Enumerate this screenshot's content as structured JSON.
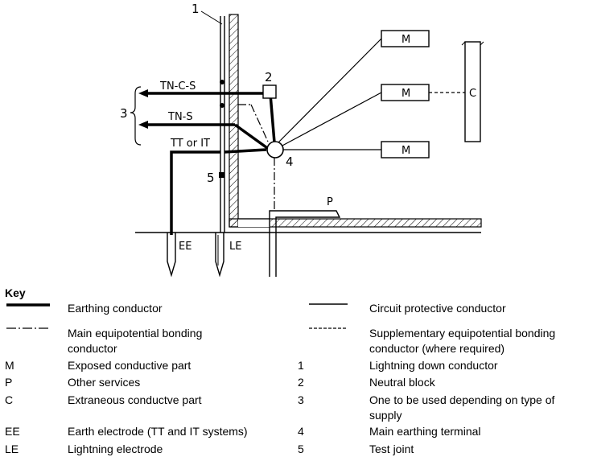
{
  "diagram": {
    "callouts": {
      "one": "1",
      "two": "2",
      "three": "3",
      "four": "4",
      "five": "5"
    },
    "labels": {
      "tn_c_s": "TN-C-S",
      "tn_s": "TN-S",
      "tt_or_it": "TT or IT",
      "m": "M",
      "c": "C",
      "p": "P",
      "ee": "EE",
      "le": "LE"
    }
  },
  "key": {
    "title": "Key",
    "lines": {
      "earthing": "Earthing conductor",
      "cpc": "Circuit protective conductor",
      "main_bonding_1": "Main equipotential bonding",
      "main_bonding_2": "conductor",
      "supp_bonding_1": "Supplementary equipotential bonding",
      "supp_bonding_2": "conductor (where required)"
    },
    "left": [
      {
        "code": "M",
        "text": "Exposed conductive part"
      },
      {
        "code": "P",
        "text": "Other services"
      },
      {
        "code": "C",
        "text": "Extraneous conductve part"
      },
      {
        "code": "EE",
        "text": "Earth electrode (TT and IT systems)"
      },
      {
        "code": "LE",
        "text": "Lightning electrode"
      }
    ],
    "right": [
      {
        "code": "1",
        "text": "Lightning down conductor"
      },
      {
        "code": "2",
        "text": "Neutral block"
      },
      {
        "code": "3",
        "text": "One to be used depending on type of",
        "text2": "supply"
      },
      {
        "code": "4",
        "text": "Main earthing terminal"
      },
      {
        "code": "5",
        "text": "Test joint"
      }
    ]
  }
}
